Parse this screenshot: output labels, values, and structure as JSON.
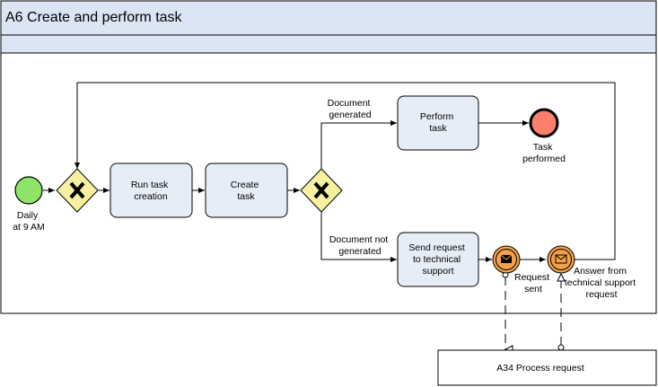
{
  "pool": {
    "title": "A6 Create and perform task"
  },
  "start_event": {
    "label_lines": [
      "Daily",
      "at 9 AM"
    ],
    "color": "#8ee36a"
  },
  "end_event": {
    "label_lines": [
      "Task",
      "performed"
    ],
    "color": "#f97f6c"
  },
  "tasks": {
    "run_task_creation": [
      "Run task",
      "creation"
    ],
    "create_task": [
      "Create",
      "task"
    ],
    "perform_task": [
      "Perform",
      "task"
    ],
    "send_request": [
      "Send request",
      "to technical",
      "support"
    ]
  },
  "flows": {
    "document_generated": [
      "Document",
      "generated"
    ],
    "document_not_generated": [
      "Document not",
      "generated"
    ]
  },
  "message_events": {
    "request_sent": [
      "Request",
      "sent"
    ],
    "answer_received": [
      "Answer from",
      "technical support",
      "request"
    ]
  },
  "external_process": {
    "label": "A34 Process request"
  },
  "colors": {
    "header_fill": "#dbe5f4",
    "task_fill": "#e7edf7",
    "gateway_fill": "#f7f0a0",
    "message_event_fill": "#f3a04c"
  },
  "icons": {
    "gateway": "exclusive-gateway-x-icon",
    "message": "envelope-icon"
  }
}
